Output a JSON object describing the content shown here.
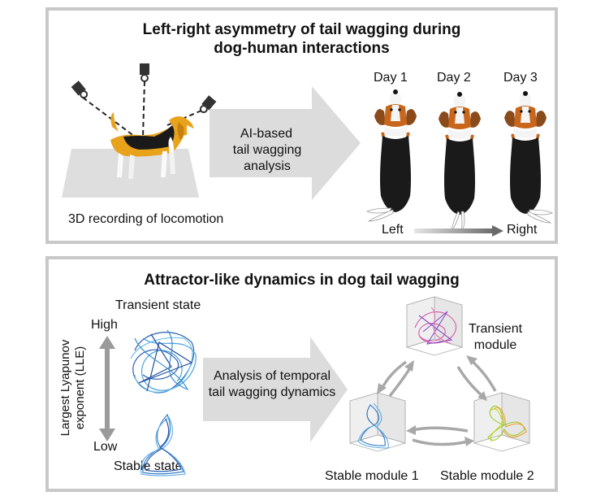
{
  "panels": {
    "top": {
      "title_line1": "Left-right asymmetry of tail wagging during",
      "title_line2": "dog-human interactions",
      "recording_label": "3D recording of locomotion",
      "arrow_line1": "AI-based",
      "arrow_line2": "tail wagging analysis",
      "days": [
        "Day 1",
        "Day 2",
        "Day 3"
      ],
      "axis_left": "Left",
      "axis_right": "Right",
      "icons": [
        "camera-icon",
        "dog-side-icon",
        "dog-top-icon"
      ]
    },
    "bottom": {
      "title": "Attractor-like dynamics in dog tail wagging",
      "transient_state": "Transient state",
      "stable_state": "Stable state",
      "lle_line1": "Largest  Lyapunov",
      "lle_line2": "exponent (LLE)",
      "high": "High",
      "low": "Low",
      "arrow_line1": "Analysis of temporal",
      "arrow_line2": "tail wagging dynamics",
      "modules": {
        "transient_line1": "Transient",
        "transient_line2": "module",
        "stable1": "Stable module 1",
        "stable2": "Stable module 2"
      }
    }
  },
  "colors": {
    "panel_border": "#c8c8c8",
    "arrow_fill": "#dcdcdc",
    "floor": "#dedede",
    "dog_tan": "#e8a21c",
    "dog_brown": "#a8571c",
    "dog_black": "#1a1a1a",
    "blue_traj": "#3a8fd0",
    "pink_traj": "#d45aa8",
    "green_traj": "#9ccc2a",
    "orange_traj": "#f0a030"
  }
}
